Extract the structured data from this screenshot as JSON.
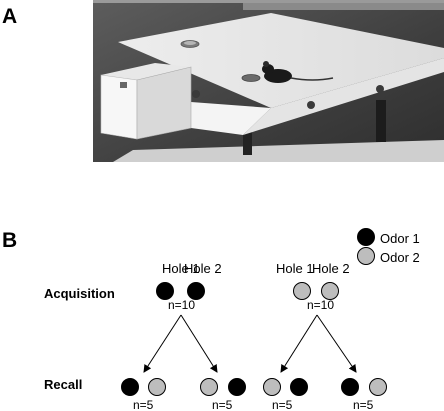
{
  "panel_a": {
    "label": "A"
  },
  "panel_b": {
    "label": "B",
    "legend": [
      {
        "label": "Odor 1",
        "color": "#000000"
      },
      {
        "label": "Odor 2",
        "color": "#bdbdbd"
      }
    ],
    "hole_labels": [
      "Hole 1",
      "Hole 2"
    ],
    "row_labels": {
      "acquisition": "Acquisition",
      "recall": "Recall"
    },
    "acquisition_counts": [
      "n=10",
      "n=10"
    ],
    "recall_counts": [
      "n=5",
      "n=5",
      "n=5",
      "n=5"
    ]
  }
}
